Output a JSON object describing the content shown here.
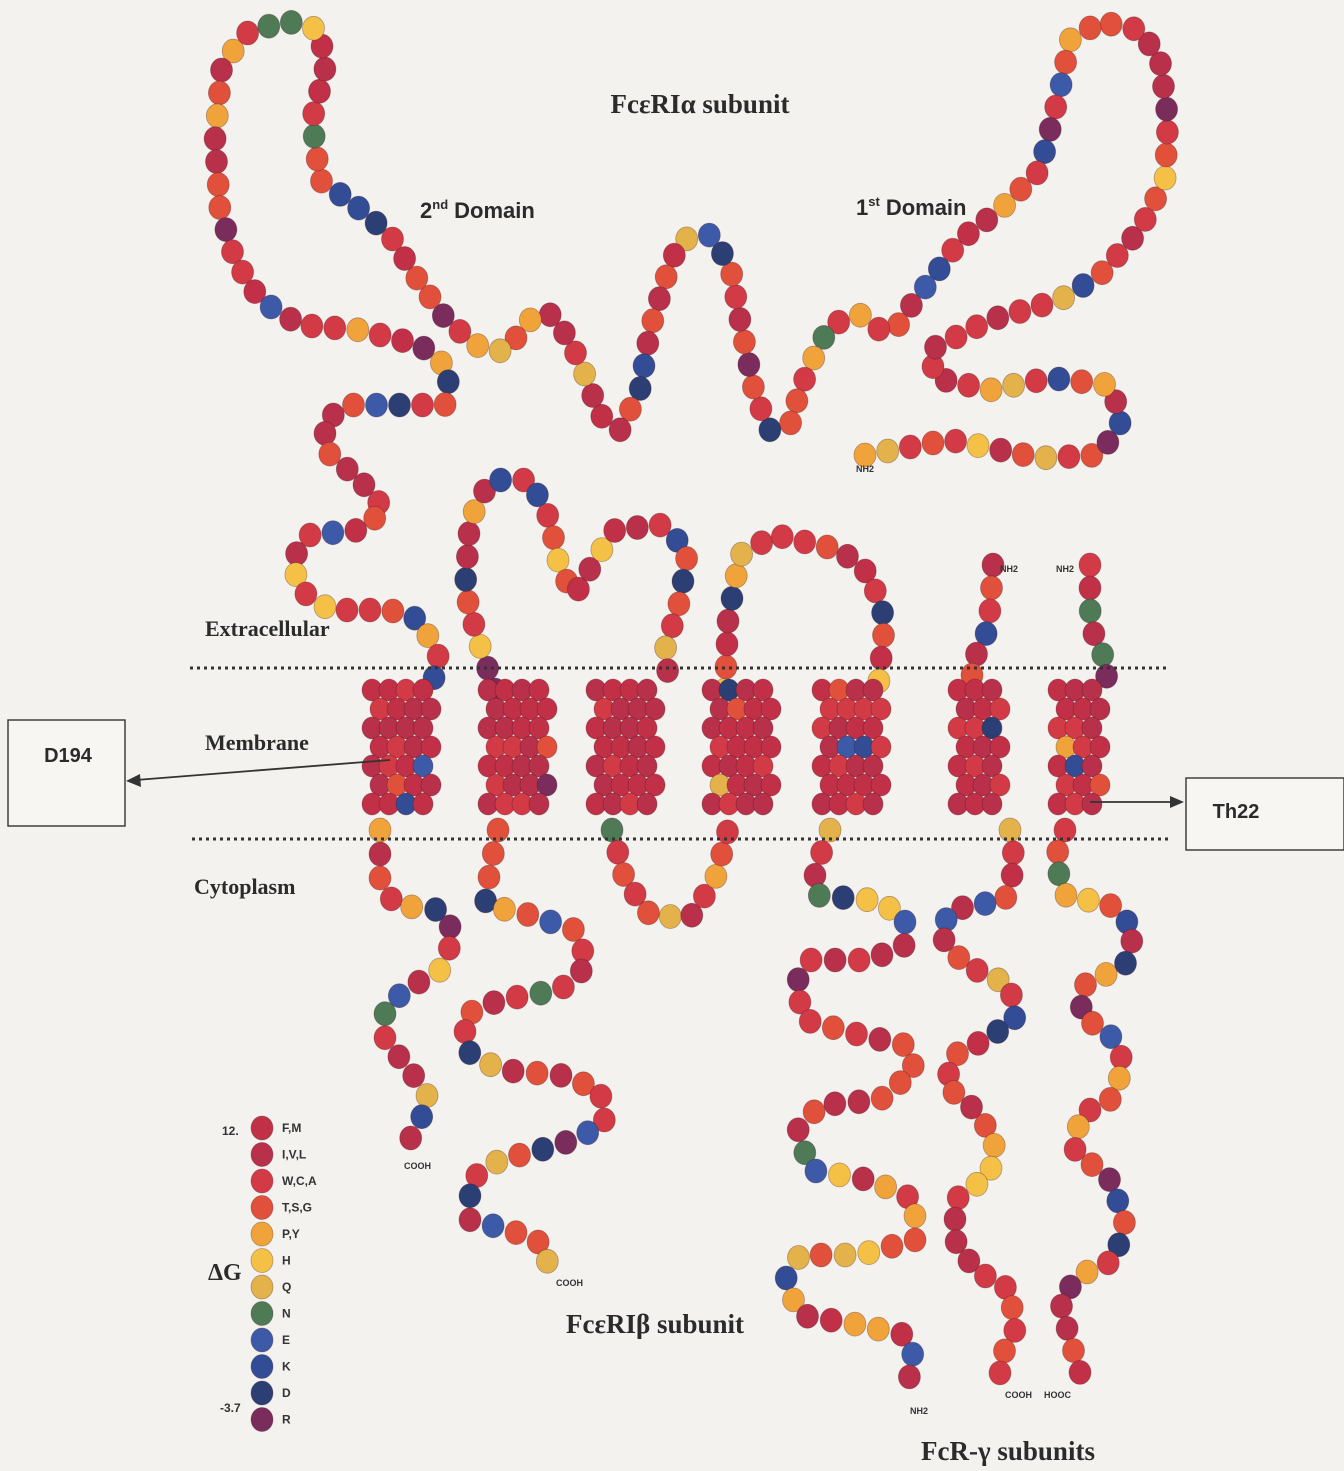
{
  "titles": {
    "alpha": "FcεRIα subunit",
    "beta": "FcεRIβ subunit",
    "gamma": "FcR-γ subunits"
  },
  "domains": {
    "second": {
      "ordinal": "2",
      "suffix": "nd",
      "word": "Domain"
    },
    "first": {
      "ordinal": "1",
      "suffix": "st",
      "word": "Domain"
    }
  },
  "regions": {
    "extracellular": "Extracellular",
    "membrane": "Membrane",
    "cytoplasm": "Cytoplasm"
  },
  "callouts": {
    "left": "D194",
    "right": "Th22"
  },
  "termini": {
    "alpha_n": "NH2",
    "alpha_c": "COOH",
    "beta_c": "COOH",
    "beta_n": "NH2",
    "gamma1_n": "NH2",
    "gamma2_n": "NH2",
    "gamma1_c": "COOH",
    "gamma2_c": "HOOC"
  },
  "legend": {
    "symbol": "ΔG",
    "top_value": "12.",
    "bottom_value": "-3.7",
    "entries": [
      {
        "label": "F,M",
        "color": "#c23047"
      },
      {
        "label": "I,V,L",
        "color": "#b8304a"
      },
      {
        "label": "W,C,A",
        "color": "#d23a45"
      },
      {
        "label": "T,S,G",
        "color": "#e0503a"
      },
      {
        "label": "P,Y",
        "color": "#f0a33a"
      },
      {
        "label": "H",
        "color": "#f4c046"
      },
      {
        "label": "Q",
        "color": "#e3b24a"
      },
      {
        "label": "N",
        "color": "#4e7a55"
      },
      {
        "label": "E",
        "color": "#3d5aa8"
      },
      {
        "label": "K",
        "color": "#324c95"
      },
      {
        "label": "D",
        "color": "#2c3f74"
      },
      {
        "label": "R",
        "color": "#7a2d5c"
      }
    ]
  },
  "colors": {
    "background": "#f3f2ef",
    "membrane_line": "#333333"
  }
}
